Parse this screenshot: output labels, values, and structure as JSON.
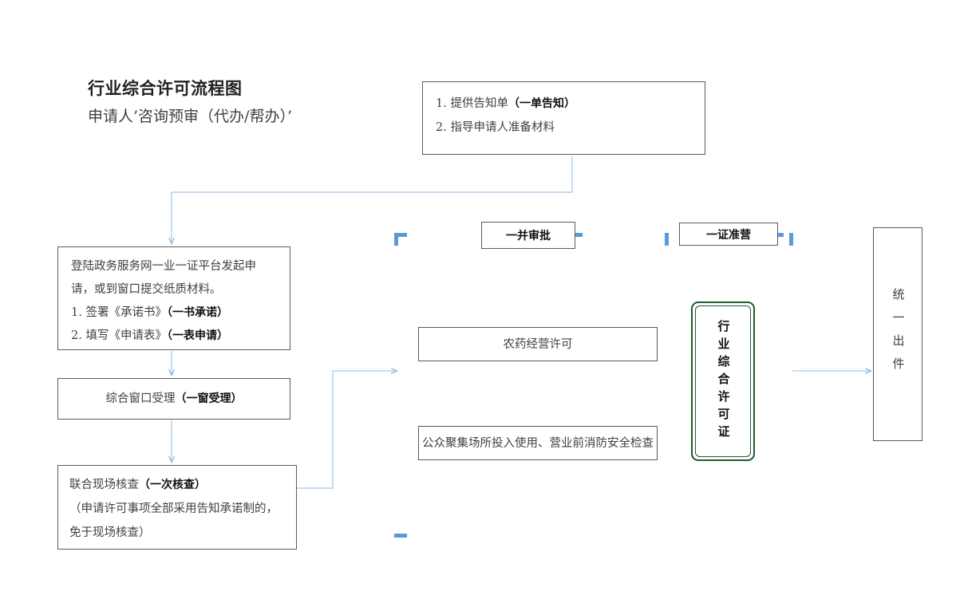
{
  "title": {
    "main": "行业综合许可流程图",
    "sub": "申请人’咨询预审（代办/帮办）’"
  },
  "notice_box": {
    "lines": [
      {
        "num": "1.",
        "text": "提供告知单",
        "bold": "（一单告知）"
      },
      {
        "num": "2.",
        "text": "指导申请人准备材料",
        "bold": ""
      }
    ]
  },
  "apply_box": {
    "line1": "登陆政务服务网一业一证平台发起申",
    "line2": "请，或到窗口提交纸质材料。",
    "item1_num": "1.",
    "item1_text": "签署《承诺书》",
    "item1_bold": "（一书承诺）",
    "item2_num": "2.",
    "item2_text": "填写《申请表》",
    "item2_bold": "（一表申请）"
  },
  "window_box": {
    "text": "综合窗口受理",
    "bold": "（一窗受理）"
  },
  "inspect_box": {
    "text": "联合现场核查",
    "bold": "（一次核查）",
    "note": "（申请许可事项全部采用告知承诺制的，免于现场核查）"
  },
  "dashed_region": {
    "label_approval": "一并审批",
    "label_license": "一证准营",
    "permits": [
      "农药经营许可",
      "公众聚集场所投入使用、营业前消防安全检查"
    ]
  },
  "certificate": {
    "vertical_text": "行业综合许可证"
  },
  "output": {
    "vertical_text": "统一出件"
  },
  "colors": {
    "dash_blue": "#5B9BD5",
    "connector_blue": "#8FB8E0",
    "certificate_green": "#1E5C2E",
    "box_border": "#5A5A5A",
    "text": "#3F3F3F"
  }
}
